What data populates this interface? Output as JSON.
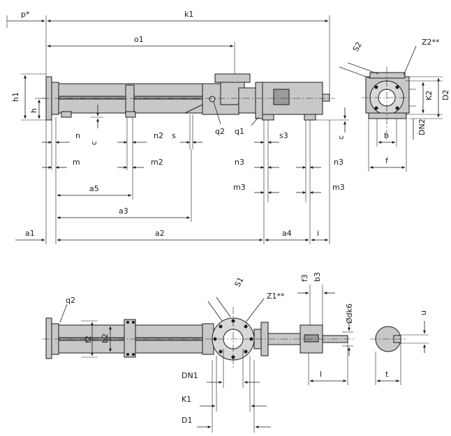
{
  "labels": {
    "p_star": "p*",
    "k1": "k1",
    "o1": "o1",
    "h1": "h1",
    "h": "h",
    "q2_top": "q2",
    "q1": "q1",
    "n": "n",
    "n2": "n2",
    "s": "s",
    "s3": "s3",
    "c_left": "c",
    "c_right": "c",
    "m": "m",
    "m2": "m2",
    "n3_left": "n3",
    "n3_right": "n3",
    "m3_left": "m3",
    "m3_right": "m3",
    "a5": "a5",
    "a3": "a3",
    "a1": "a1",
    "a2": "a2",
    "a4": "a4",
    "i": "i",
    "S2": "S2",
    "Z2": "Z2**",
    "K2": "K2",
    "D2": "D2",
    "DN2": "DN2",
    "b": "b",
    "f": "f",
    "q2_bottom": "q2",
    "f2": "f2",
    "b2": "b2",
    "S1": "S1",
    "Z1": "Z1**",
    "f3": "f3",
    "b3": "b3",
    "dk6": "Ødk6",
    "u": "u",
    "DN1": "DN1",
    "l": "l",
    "t": "t",
    "K1": "K1",
    "D1": "D1"
  }
}
